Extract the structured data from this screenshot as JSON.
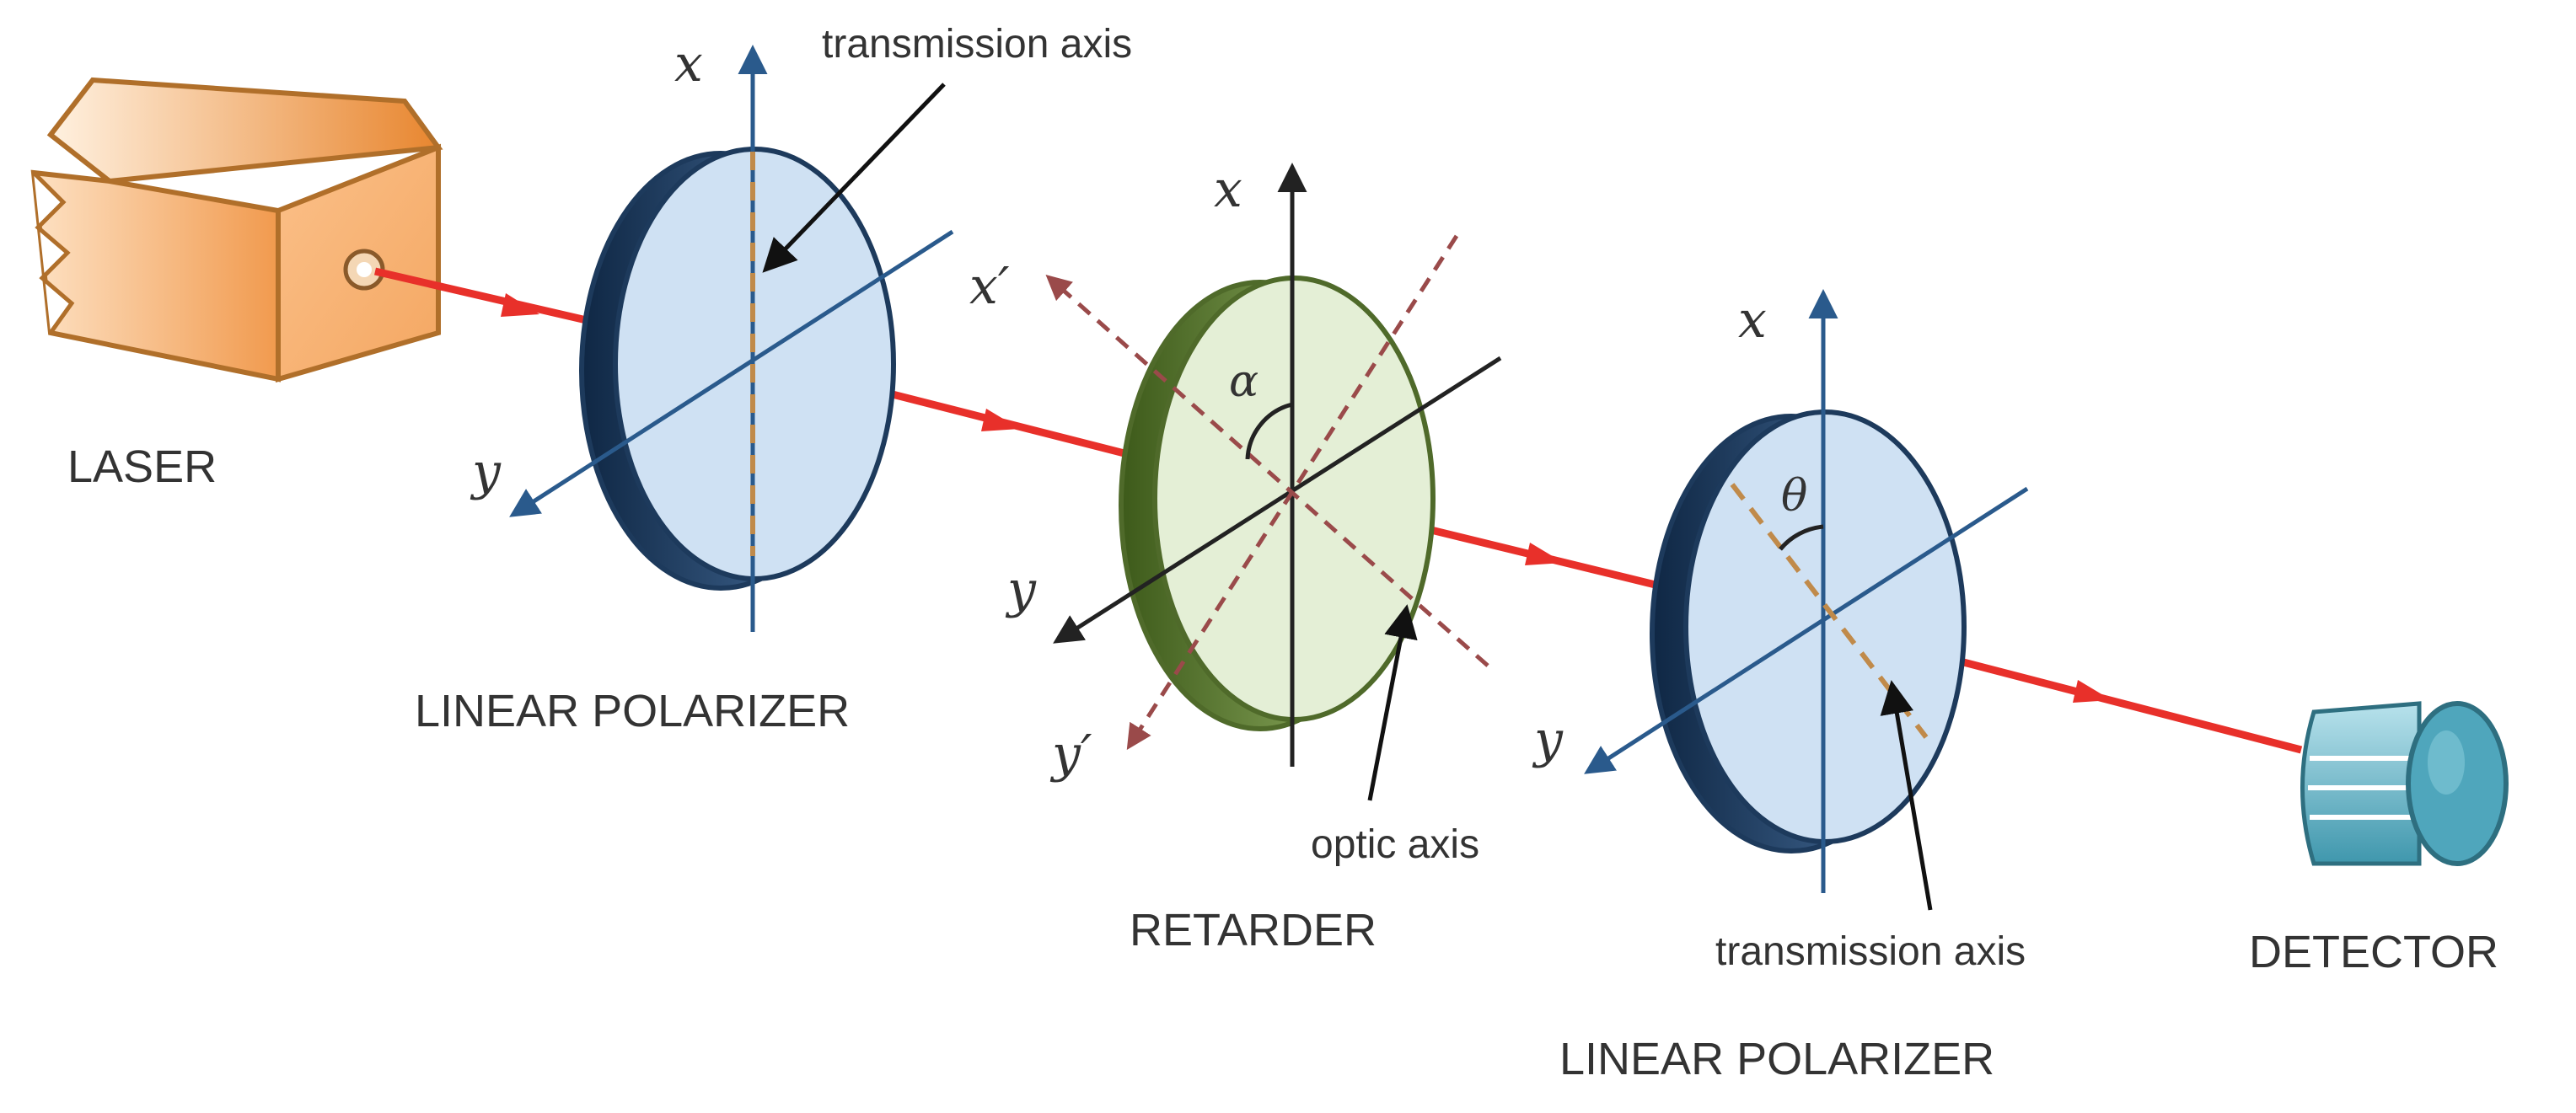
{
  "labels": {
    "laser": "LASER",
    "polarizer_1": "LINEAR POLARIZER",
    "retarder": "RETARDER",
    "polarizer_2": "LINEAR POLARIZER",
    "detector": "DETECTOR",
    "transmission_axis_1": "transmission axis",
    "optic_axis": "optic axis",
    "transmission_axis_2": "transmission axis"
  },
  "axes": {
    "x": "x",
    "y": "y",
    "x_prime": "x′",
    "y_prime": "y′"
  },
  "angles": {
    "alpha": "α",
    "theta": "θ"
  },
  "colors": {
    "beam": "#e8302a",
    "axis": "#2a5a8c",
    "polarizer_face": "#cfe1f3",
    "polarizer_edge": "#1d3a5c",
    "retarder_face": "#e4efd6",
    "retarder_edge": "#4f6a2a",
    "laser_body": "#f6a55d",
    "detector_body": "#5fb5c8",
    "transmission_dash": "#c08a4a",
    "retarder_dash": "#9a4a4a"
  }
}
